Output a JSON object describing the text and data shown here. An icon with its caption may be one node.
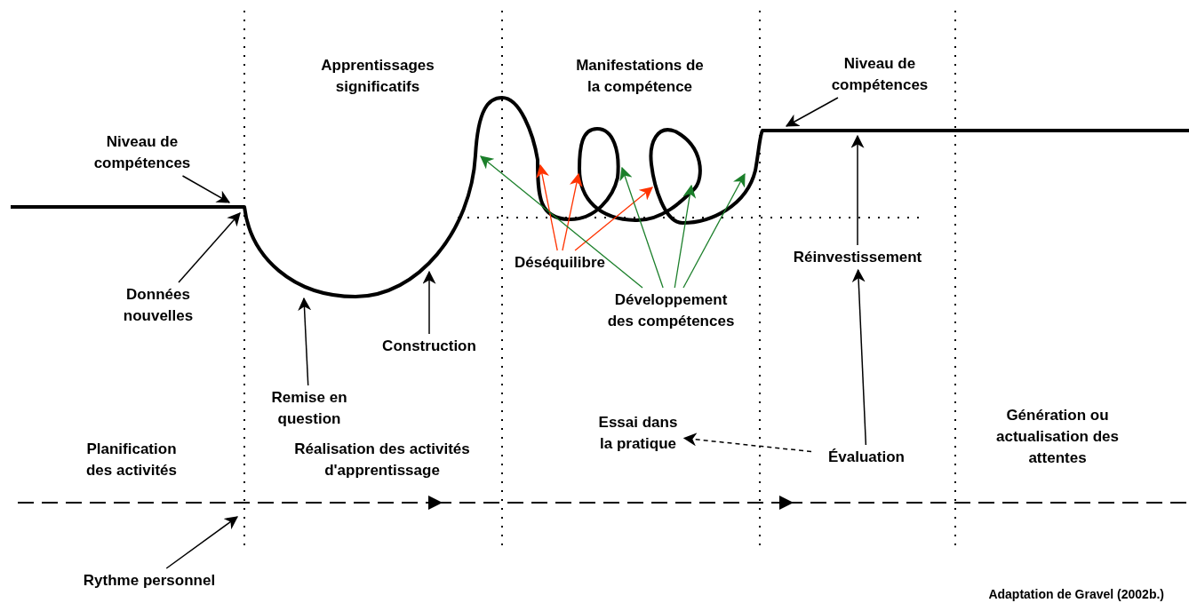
{
  "diagram": {
    "caption": "Adaptation de Gravel (2002b.)",
    "nodes": [
      {
        "text": [
          "Niveau de compétences"
        ]
      },
      {
        "text": [
          "Niveau de compétences"
        ]
      },
      {
        "text": [
          "Réinvestissement"
        ]
      },
      {
        "text": [
          "Déséquilibre"
        ]
      },
      {
        "text": [
          "Données nouvelles"
        ]
      },
      {
        "text": [
          "Développement des compétences"
        ]
      },
      {
        "text": [
          "Construction"
        ]
      },
      {
        "text": [
          "Remise en question"
        ]
      },
      {
        "text": [
          "Essai dans la pratique"
        ]
      },
      {
        "text": [
          "Évaluation"
        ]
      },
      {
        "text": [
          "Rythme personnel"
        ]
      }
    ],
    "edges": [
      {
        "from": 0,
        "to": null,
        "arrow": "to"
      },
      {
        "from": 4,
        "to": null,
        "arrow": "to"
      },
      {
        "from": 7,
        "to": null,
        "arrow": "to"
      },
      {
        "from": 6,
        "to": null,
        "arrow": "to"
      },
      {
        "from": 1,
        "to": null,
        "arrow": "to"
      },
      {
        "from": 2,
        "to": null,
        "arrow": "to"
      },
      {
        "from": 9,
        "to": 2,
        "arrow": "to"
      },
      {
        "from": 9,
        "to": 8,
        "arrow": "to",
        "style": "dashed"
      },
      {
        "from": 3,
        "to": null,
        "arrow": "to",
        "color": "#ff3300"
      },
      {
        "from": 3,
        "to": null,
        "arrow": "to",
        "color": "#ff3300"
      },
      {
        "from": 3,
        "to": null,
        "arrow": "to",
        "color": "#ff3300"
      },
      {
        "from": 5,
        "to": null,
        "arrow": "to",
        "color": "#1b7f2a"
      },
      {
        "from": 5,
        "to": null,
        "arrow": "to",
        "color": "#1b7f2a"
      },
      {
        "from": 5,
        "to": null,
        "arrow": "to",
        "color": "#1b7f2a"
      },
      {
        "from": 5,
        "to": null,
        "arrow": "to",
        "color": "#1b7f2a"
      },
      {
        "from": 10,
        "to": null,
        "arrow": "to"
      }
    ],
    "labels": [
      "Apprentissages significatifs",
      "Manifestations de la compétence",
      "Planification des activités",
      "Réalisation des activités d'apprentissage",
      "Génération ou actualisation des attentes"
    ]
  }
}
